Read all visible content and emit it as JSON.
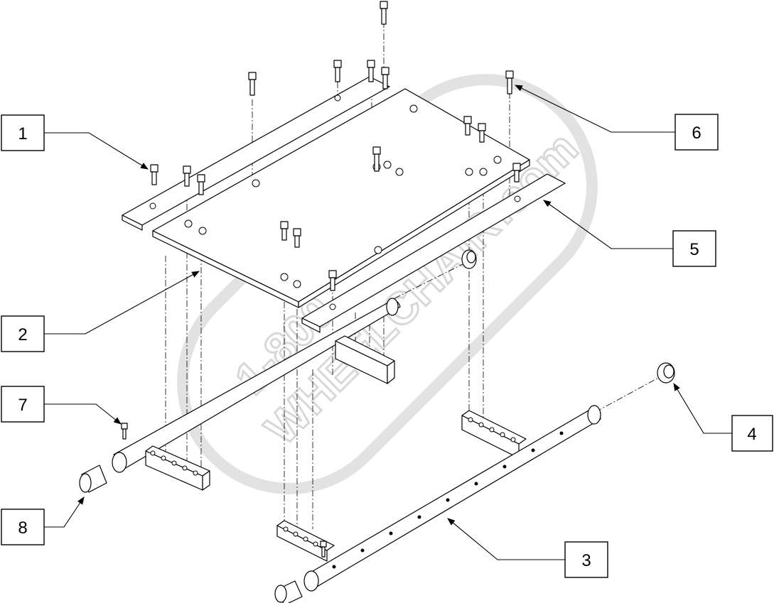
{
  "watermark": {
    "line1": "1-800",
    "line2": "WHEELCHAIR",
    "line3": ".com"
  },
  "callouts": [
    {
      "id": "1",
      "label": "1"
    },
    {
      "id": "2",
      "label": "2"
    },
    {
      "id": "3",
      "label": "3"
    },
    {
      "id": "4",
      "label": "4"
    },
    {
      "id": "5",
      "label": "5"
    },
    {
      "id": "6",
      "label": "6"
    },
    {
      "id": "7",
      "label": "7"
    },
    {
      "id": "8",
      "label": "8"
    }
  ],
  "colors": {
    "line": "#000000",
    "background": "#ffffff",
    "watermark": "#d8d8d8"
  }
}
